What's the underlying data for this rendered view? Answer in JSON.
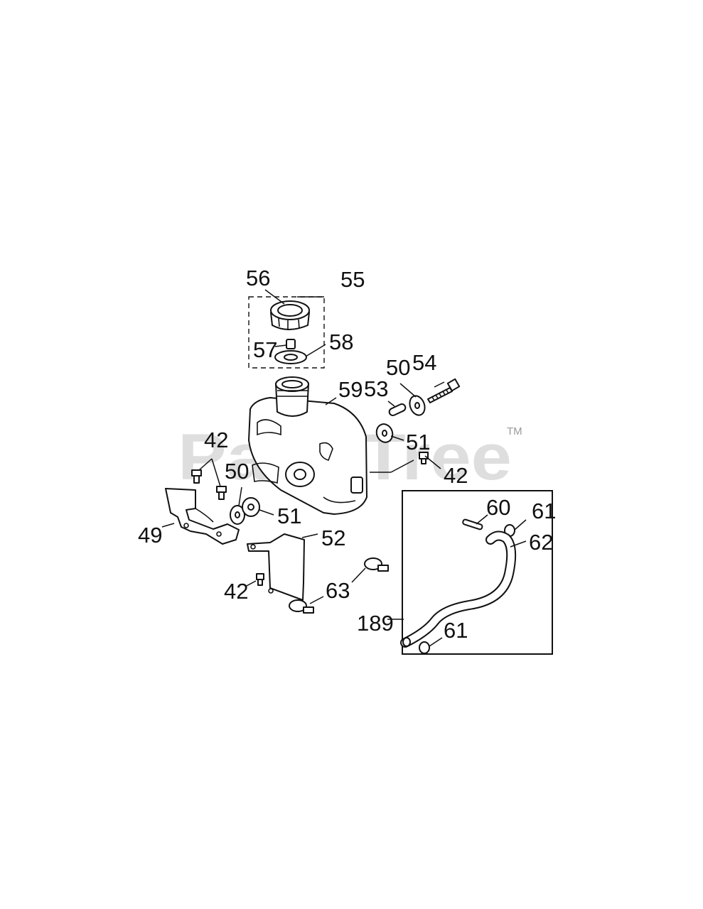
{
  "watermark": {
    "brand": "PartsTree",
    "trademark": "TM"
  },
  "callouts": {
    "c56": "56",
    "c55": "55",
    "c57": "57",
    "c58": "58",
    "c59": "59",
    "c50a": "50",
    "c54": "54",
    "c53": "53",
    "c51a": "51",
    "c42a": "42",
    "c42b": "42",
    "c50b": "50",
    "c51b": "51",
    "c49": "49",
    "c52": "52",
    "c42c": "42",
    "c63": "63",
    "c60": "60",
    "c61a": "61",
    "c62": "62",
    "c189": "189",
    "c61b": "61"
  }
}
